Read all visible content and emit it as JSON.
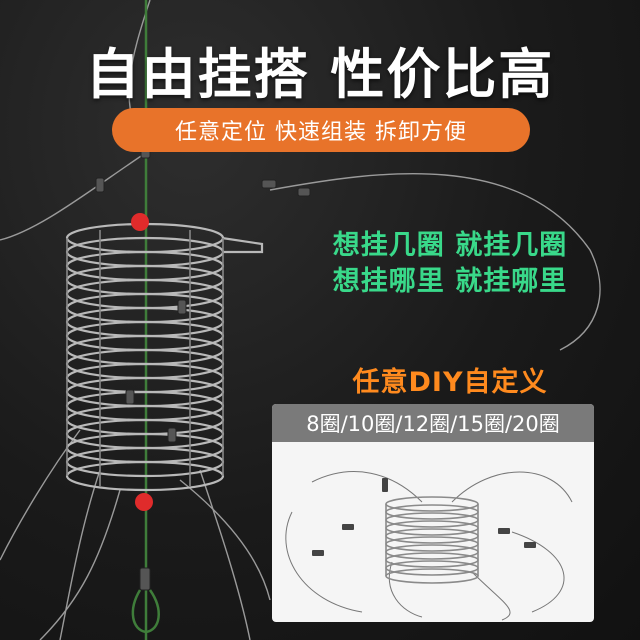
{
  "headline": "自由挂搭 性价比高",
  "features_pill": "任意定位 快速组装 拆卸方便",
  "slogan": {
    "line1": "想挂几圈 就挂几圈",
    "line2": "想挂哪里 就挂哪里"
  },
  "diy_title": "任意DIY自定义",
  "ring_options": "8圈/10圈/12圈/15圈/20圈",
  "colors": {
    "pill": "#e8732a",
    "slogan": "#39d98a",
    "diy_title": "#ff8a1e",
    "bead": "#e02b2b"
  }
}
